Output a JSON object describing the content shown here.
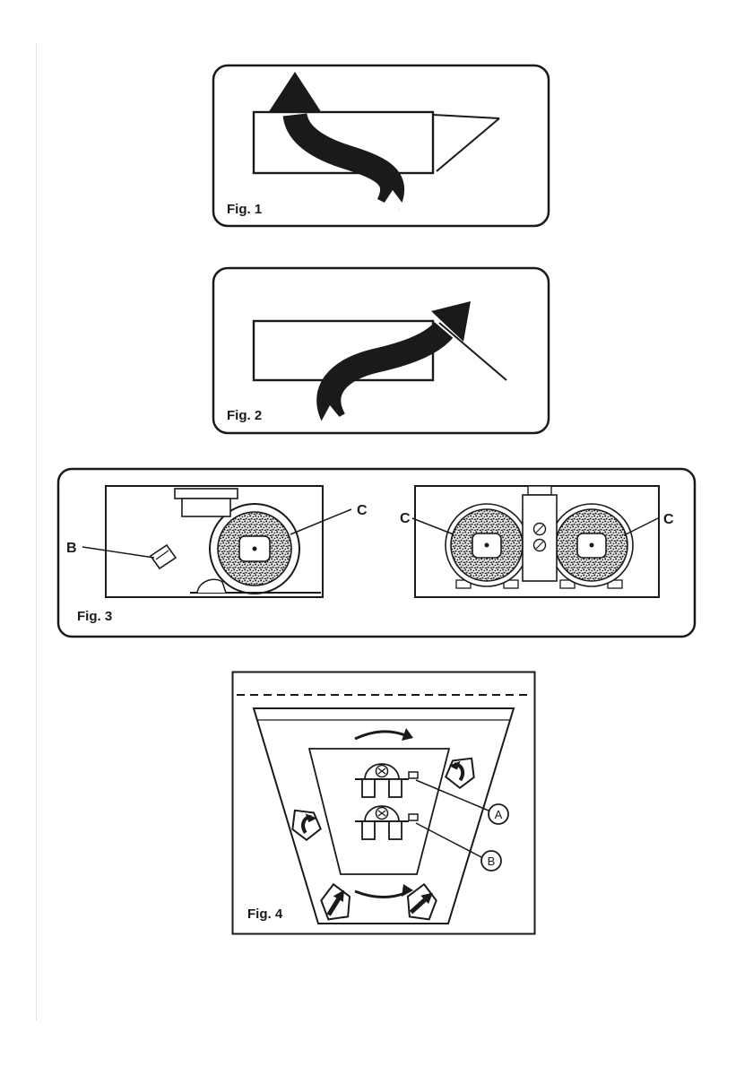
{
  "colors": {
    "ink": "#1a1a1a",
    "paper": "#ffffff"
  },
  "figures": {
    "fig1": {
      "label": "Fig. 1"
    },
    "fig2": {
      "label": "Fig. 2"
    },
    "fig3": {
      "label": "Fig. 3",
      "callouts": {
        "b": "B",
        "c_left": "C",
        "c_mid": "C",
        "c_right": "C"
      }
    },
    "fig4": {
      "label": "Fig. 4",
      "callouts": {
        "a": "A",
        "b": "B"
      }
    }
  }
}
